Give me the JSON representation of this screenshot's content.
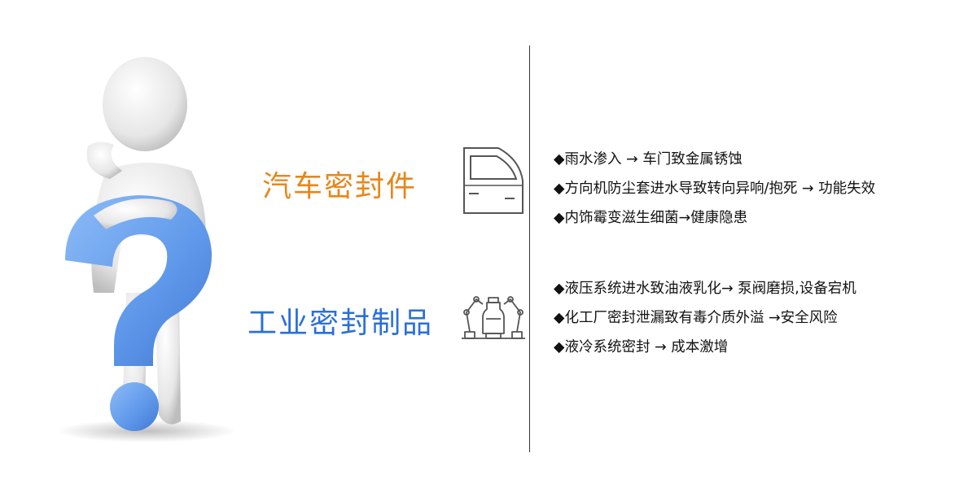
{
  "sections": [
    {
      "title": "汽车密封件",
      "icon": "car-door-icon",
      "title_color": "#e8861a",
      "items": [
        "◆雨水渗入 → 车门致金属锈蚀",
        "◆方向机防尘套进水导致转向异响/抱死 → 功能失效",
        "◆内饰霉变滋生细菌→健康隐患"
      ]
    },
    {
      "title": "工业密封制品",
      "icon": "robot-arm-icon",
      "title_color": "#2b6fd8",
      "items": [
        "◆液压系统进水致油液乳化→ 泵阀磨损,设备宕机",
        "◆化工厂密封泄漏致有毒介质外溢 →安全风险",
        "◆液冷系统密封 → 成本激增"
      ]
    }
  ],
  "colors": {
    "question_mark": "#6aa3f2",
    "figure": "#e9e9e9"
  }
}
